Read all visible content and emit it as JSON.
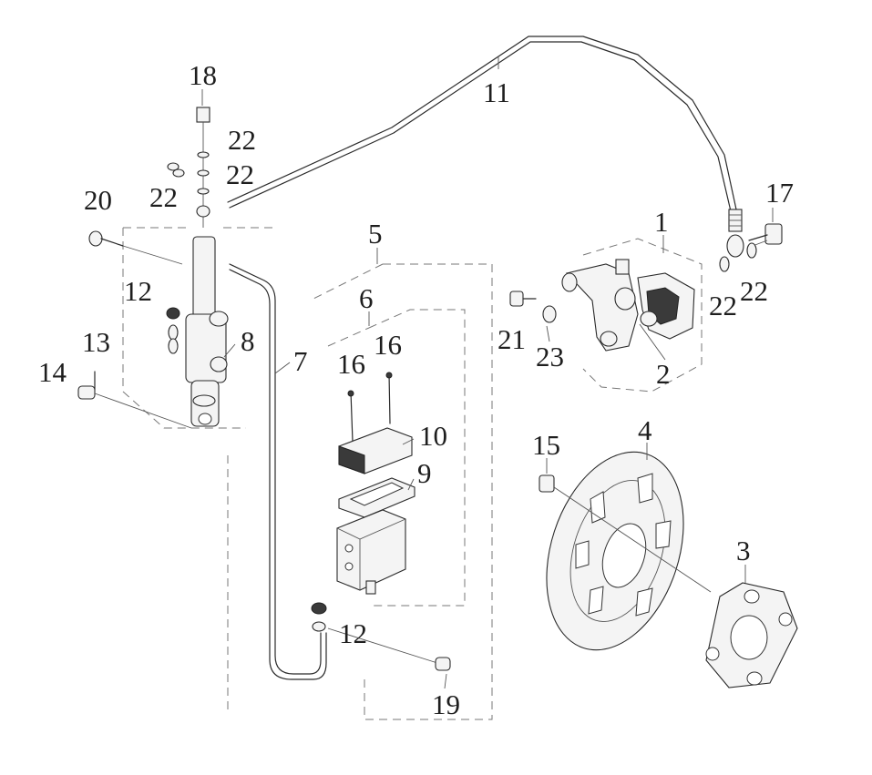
{
  "callouts": [
    {
      "id": "c18",
      "text": "18"
    },
    {
      "id": "c11",
      "text": "11"
    },
    {
      "id": "c22a",
      "text": "22"
    },
    {
      "id": "c22b",
      "text": "22"
    },
    {
      "id": "c22c",
      "text": "22"
    },
    {
      "id": "c20",
      "text": "20"
    },
    {
      "id": "c5",
      "text": "5"
    },
    {
      "id": "c1",
      "text": "1"
    },
    {
      "id": "c17",
      "text": "17"
    },
    {
      "id": "c12a",
      "text": "12"
    },
    {
      "id": "c6",
      "text": "6"
    },
    {
      "id": "c22d",
      "text": "22"
    },
    {
      "id": "c22e",
      "text": "22"
    },
    {
      "id": "c13",
      "text": "13"
    },
    {
      "id": "c8",
      "text": "8"
    },
    {
      "id": "c16a",
      "text": "16"
    },
    {
      "id": "c16b",
      "text": "16"
    },
    {
      "id": "c21",
      "text": "21"
    },
    {
      "id": "c23",
      "text": "23"
    },
    {
      "id": "c14",
      "text": "14"
    },
    {
      "id": "c7",
      "text": "7"
    },
    {
      "id": "c2",
      "text": "2"
    },
    {
      "id": "c10",
      "text": "10"
    },
    {
      "id": "c4",
      "text": "4"
    },
    {
      "id": "c15",
      "text": "15"
    },
    {
      "id": "c9",
      "text": "9"
    },
    {
      "id": "c3",
      "text": "3"
    },
    {
      "id": "c12b",
      "text": "12"
    },
    {
      "id": "c19",
      "text": "19"
    }
  ]
}
